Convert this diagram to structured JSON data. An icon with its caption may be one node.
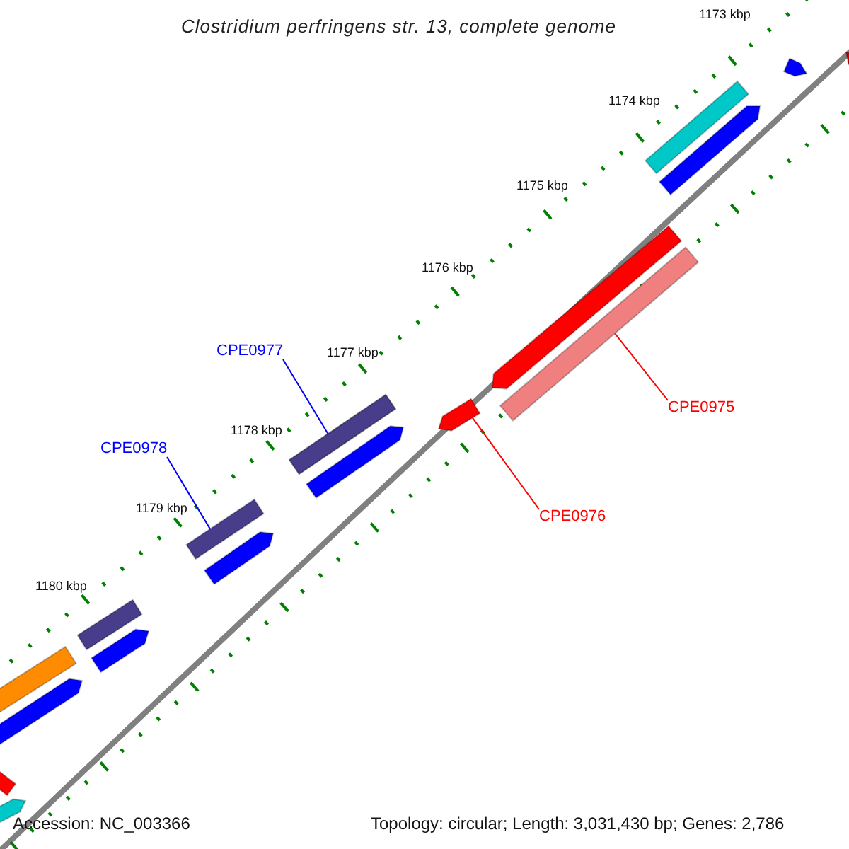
{
  "diagram": {
    "title": "Clostridium perfringens str. 13, complete genome",
    "nodes": [
      {
        "text": [
          "CPE0977"
        ]
      },
      {
        "text": [],
        "shape": "bar"
      },
      {
        "text": [
          "CPE0978"
        ]
      },
      {
        "text": [],
        "shape": "bar"
      },
      {
        "text": [
          "CPE0975"
        ]
      },
      {
        "text": [],
        "shape": "bar"
      },
      {
        "text": [
          "CPE0976"
        ]
      },
      {
        "text": [],
        "shape": "arrow"
      },
      {
        "text": [],
        "shape": "bar"
      },
      {
        "text": [],
        "shape": "arrow"
      },
      {
        "text": [],
        "shape": "arrow"
      },
      {
        "text": [],
        "shape": "arrow"
      },
      {
        "text": [],
        "shape": "bar"
      },
      {
        "text": [],
        "shape": "arrow"
      },
      {
        "text": [],
        "shape": "arrow"
      },
      {
        "text": [],
        "shape": "bar"
      },
      {
        "text": [],
        "shape": "arrow"
      },
      {
        "text": [],
        "shape": "bar"
      },
      {
        "text": [],
        "shape": "arrow"
      },
      {
        "text": [],
        "shape": "bar"
      },
      {
        "text": [],
        "shape": "arrow"
      },
      {
        "text": [],
        "shape": "arrow"
      }
    ],
    "edges": [
      {
        "from": 0,
        "to": 1,
        "arrow": "none",
        "color": "#0000ff"
      },
      {
        "from": 2,
        "to": 3,
        "arrow": "none",
        "color": "#0000ff"
      },
      {
        "from": 4,
        "to": 5,
        "arrow": "none",
        "color": "#ff0000"
      },
      {
        "from": 6,
        "to": 7,
        "arrow": "none",
        "color": "#ff0000"
      }
    ],
    "labels": [
      "1173 kbp",
      "1174 kbp",
      "1175 kbp",
      "1176 kbp",
      "1177 kbp",
      "1178 kbp",
      "1179 kbp",
      "1180 kbp",
      "Accession: NC_003366",
      "Topology: circular; Length: 3,031,430 bp; Genes: 2,786"
    ]
  }
}
